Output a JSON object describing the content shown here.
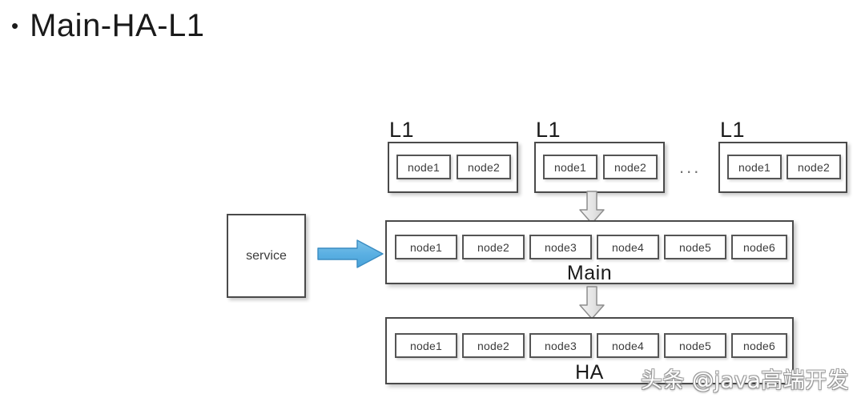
{
  "slide": {
    "bullet_glyph": "•",
    "title": "Main-HA-L1",
    "background_color": "#ffffff"
  },
  "colors": {
    "box_border": "#4a4a4a",
    "node_border": "#555555",
    "text": "#1a1a1a",
    "node_text": "#3b3b3b",
    "blue_arrow_fill": "#5bb0e3",
    "blue_arrow_stroke": "#3a8cc2",
    "gray_arrow_fill": "#e8e8e8",
    "gray_arrow_stroke": "#8a8a8a",
    "watermark": "#ffffff"
  },
  "service": {
    "label": "service"
  },
  "l1_groups": [
    {
      "label": "L1",
      "nodes": [
        "node1",
        "node2"
      ]
    },
    {
      "label": "L1",
      "nodes": [
        "node1",
        "node2"
      ]
    },
    {
      "label": "L1",
      "nodes": [
        "node1",
        "node2"
      ]
    }
  ],
  "ellipsis": "...",
  "main_row": {
    "label": "Main",
    "nodes": [
      "node1",
      "node2",
      "node3",
      "node4",
      "node5",
      "node6"
    ]
  },
  "ha_row": {
    "label": "HA",
    "nodes": [
      "node1",
      "node2",
      "node3",
      "node4",
      "node5",
      "node6"
    ]
  },
  "arrows": {
    "service_to_main": "blue-right-arrow-icon",
    "l1_to_main": "gray-down-arrow-icon",
    "main_to_ha": "gray-down-arrow-icon"
  },
  "watermark": {
    "text": "头条 @java高端开发"
  }
}
